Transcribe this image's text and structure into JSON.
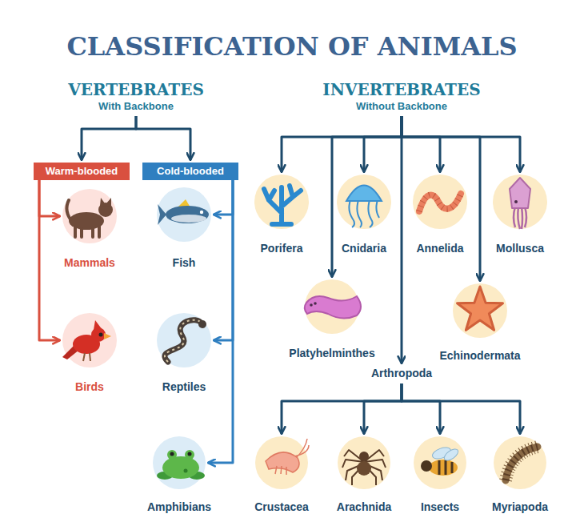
{
  "diagram": {
    "title": "CLASSIFICATION OF ANIMALS",
    "nodes": [
      {
        "text": [
          "VERTEBRATES",
          "With Backbone"
        ]
      },
      {
        "text": [
          "INVERTEBRATES",
          "Without Backbone"
        ]
      },
      {
        "text": [
          "Warm-blooded"
        ]
      },
      {
        "text": [
          "Cold-blooded"
        ]
      },
      {
        "text": [
          "Mammals"
        ]
      },
      {
        "text": [
          "Fish"
        ]
      },
      {
        "text": [
          "Porifera"
        ]
      },
      {
        "text": [
          "Cnidaria"
        ]
      },
      {
        "text": [
          "Annelida"
        ]
      },
      {
        "text": [
          "Mollusca"
        ]
      },
      {
        "text": [
          "Platyhelminthes"
        ]
      },
      {
        "text": [
          "Echinodermata"
        ]
      },
      {
        "text": [
          "Arthropoda"
        ]
      },
      {
        "text": [
          "Birds"
        ]
      },
      {
        "text": [
          "Reptiles"
        ]
      },
      {
        "text": [
          "Amphibians"
        ]
      },
      {
        "text": [
          "Crustacea"
        ]
      },
      {
        "text": [
          "Arachnida"
        ]
      },
      {
        "text": [
          "Insects"
        ]
      },
      {
        "text": [
          "Myriapoda"
        ]
      }
    ],
    "edges": [
      {
        "from": 0,
        "to": 2,
        "arrow": "to"
      },
      {
        "from": 0,
        "to": 3,
        "arrow": "to"
      },
      {
        "from": 2,
        "to": 4,
        "arrow": "to"
      },
      {
        "from": 2,
        "to": 13,
        "arrow": "to"
      },
      {
        "from": 3,
        "to": 5,
        "arrow": "to"
      },
      {
        "from": 3,
        "to": 14,
        "arrow": "to"
      },
      {
        "from": 3,
        "to": 15,
        "arrow": "to"
      },
      {
        "from": 1,
        "to": 6,
        "arrow": "to"
      },
      {
        "from": 1,
        "to": 7,
        "arrow": "to"
      },
      {
        "from": 1,
        "to": 8,
        "arrow": "to"
      },
      {
        "from": 1,
        "to": 9,
        "arrow": "to"
      },
      {
        "from": 1,
        "to": 10,
        "arrow": "to"
      },
      {
        "from": 1,
        "to": 11,
        "arrow": "to"
      },
      {
        "from": 1,
        "to": 12,
        "arrow": "to"
      },
      {
        "from": 12,
        "to": 16,
        "arrow": "to"
      },
      {
        "from": 12,
        "to": 17,
        "arrow": "to"
      },
      {
        "from": 12,
        "to": 18,
        "arrow": "to"
      },
      {
        "from": 12,
        "to": 19,
        "arrow": "to"
      }
    ]
  }
}
